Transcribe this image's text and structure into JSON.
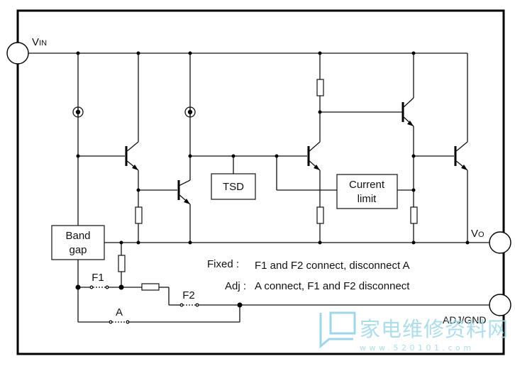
{
  "pins": {
    "vin_main": "V",
    "vin_sub": "IN",
    "vo_main": "V",
    "vo_sub": "O",
    "adj_gnd": "ADJ/GND"
  },
  "blocks": {
    "tsd": "TSD",
    "current_limit_line1": "Current",
    "current_limit_line2": "limit",
    "band_gap_line1": "Band",
    "band_gap_line2": "gap"
  },
  "switches": {
    "f1": "F1",
    "f2": "F2",
    "a": "A"
  },
  "notes": {
    "fixed_label": "Fixed :",
    "fixed_text": "F1 and F2 connect, disconnect A",
    "adj_label": "Adj :",
    "adj_text": "A connect, F1 and F2 disconnect"
  },
  "watermark": {
    "chinese": "家电维修资料网",
    "url": "www.520101.com"
  }
}
